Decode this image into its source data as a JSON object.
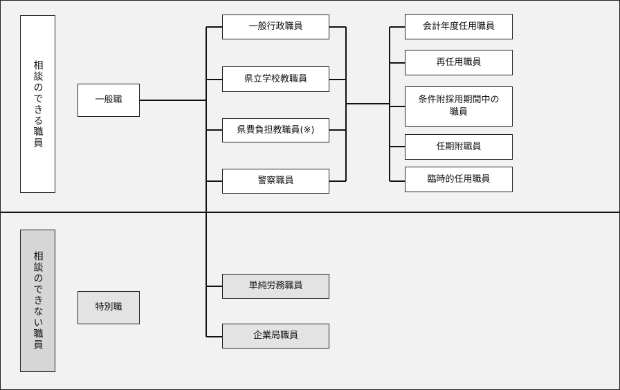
{
  "diagram": {
    "sections": {
      "consultable": "相談のできる職員",
      "not_consultable": "相談のできない職員"
    },
    "categories": {
      "general": "一般職",
      "special": "特別職"
    },
    "general_staff": [
      "一般行政職員",
      "県立学校教職員",
      "県費負担教職員(※)",
      "警察職員"
    ],
    "employment_types": [
      "会計年度任用職員",
      "再任用職員",
      "条件附採用期間中の職員",
      "任期附職員",
      "臨時的任用職員"
    ],
    "excluded_staff": [
      "単純労務職員",
      "企業局職員"
    ]
  }
}
